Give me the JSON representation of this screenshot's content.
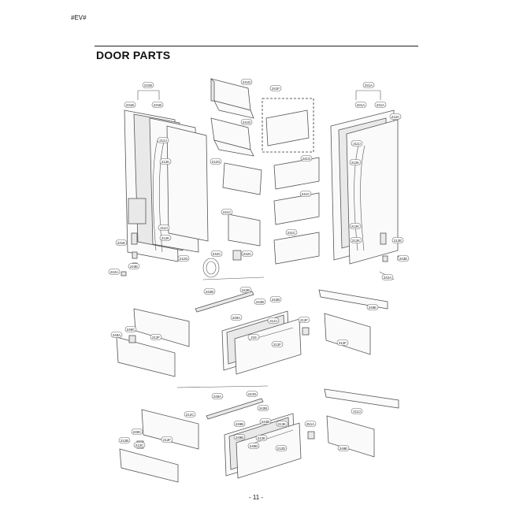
{
  "header": {
    "model_tag": "#EV#"
  },
  "section": {
    "title": "DOOR PARTS"
  },
  "footer": {
    "page_number": "- 11 -"
  },
  "part_labels": [
    "231B",
    "231B",
    "231B",
    "241D",
    "241F",
    "231A",
    "231A",
    "231A",
    "212C",
    "241D",
    "212J",
    "212K",
    "212J",
    "212K",
    "212G",
    "241G",
    "241C",
    "241C",
    "212J",
    "212K",
    "241C",
    "212K",
    "212K",
    "231E",
    "212E",
    "212G",
    "243E",
    "243E",
    "242A",
    "242A",
    "242C",
    "242C",
    "242B",
    "242B",
    "242B",
    "242B",
    "249A",
    "212F",
    "212J",
    "215",
    "212F",
    "249A",
    "212F",
    "212F",
    "249E",
    "249C",
    "249A",
    "244G",
    "242B",
    "249B",
    "244B",
    "212F",
    "213K",
    "212E",
    "249D",
    "212D",
    "249C",
    "251A",
    "212J",
    "212B",
    "212C",
    "249B",
    "249E",
    "213C"
  ]
}
